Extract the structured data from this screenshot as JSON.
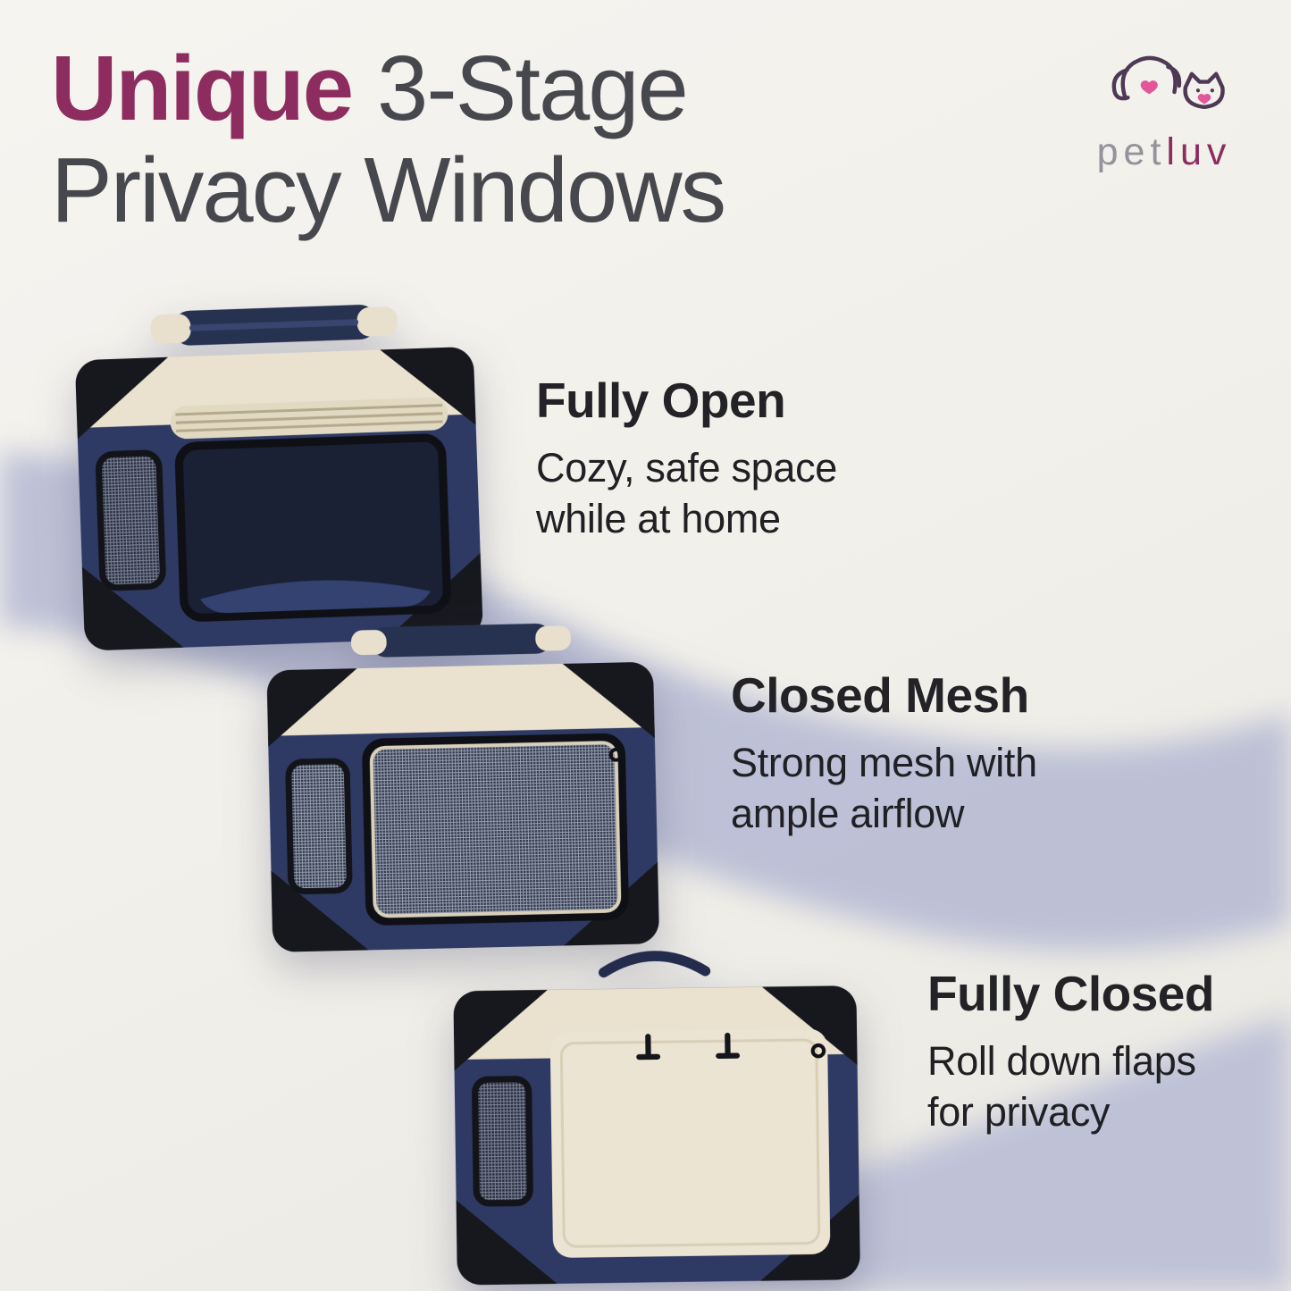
{
  "page": {
    "background": "#f1efe9",
    "wave_color": "#b5b9d3",
    "accent_color": "#8d2c5f",
    "navy_color": "#2e3a63",
    "cream_color": "#eae2cf"
  },
  "header": {
    "title_accent": "Unique",
    "title_rest": "3-Stage",
    "title_line2": "Privacy Windows"
  },
  "logo": {
    "pet": "pet",
    "luv": "luv",
    "icon": "dog-and-cat-with-hearts"
  },
  "stages": [
    {
      "title": "Fully Open",
      "desc_line1": "Cozy, safe space",
      "desc_line2": "while at home",
      "image_alt": "navy soft crate with front flap rolled open"
    },
    {
      "title": "Closed Mesh",
      "desc_line1": "Strong mesh with",
      "desc_line2": "ample airflow",
      "image_alt": "navy soft crate with mesh door closed"
    },
    {
      "title": "Fully Closed",
      "desc_line1": "Roll down flaps",
      "desc_line2": "for privacy",
      "image_alt": "navy soft crate with cream privacy flap rolled down"
    }
  ]
}
